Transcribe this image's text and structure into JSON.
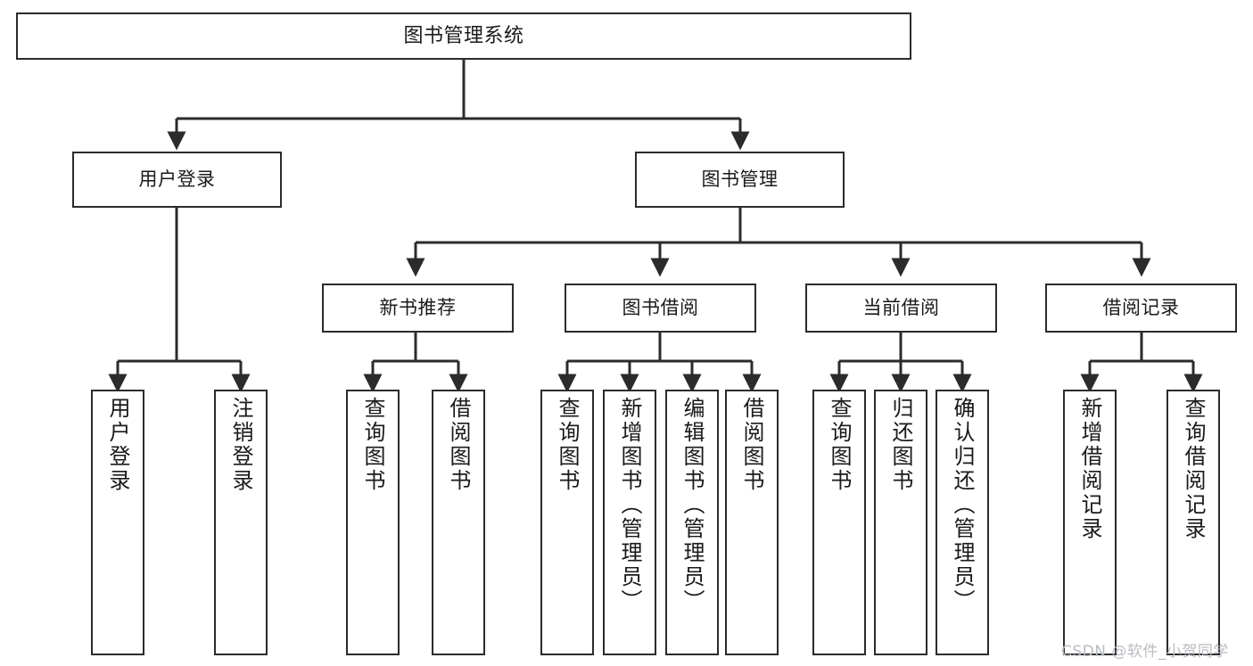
{
  "diagram": {
    "title": "图书管理系统",
    "watermark": "CSDN @软件_小贺同学",
    "colors": {
      "background": "#ffffff",
      "box_border": "#2b2b2b",
      "edge": "#2b2b2b",
      "text": "#1a1a1a",
      "watermark": "#b9bcc1"
    },
    "nodes": {
      "root": {
        "label": "图书管理系统"
      },
      "level2": [
        {
          "label": "用户登录"
        },
        {
          "label": "图书管理"
        }
      ],
      "level3": [
        {
          "label": "新书推荐"
        },
        {
          "label": "图书借阅"
        },
        {
          "label": "当前借阅"
        },
        {
          "label": "借阅记录"
        }
      ],
      "leaves_user_login": [
        {
          "label": "用户登录"
        },
        {
          "label": "注销登录"
        }
      ],
      "leaves_new_book": [
        {
          "label": "查询图书"
        },
        {
          "label": "借阅图书"
        }
      ],
      "leaves_borrow": [
        {
          "label": "查询图书"
        },
        {
          "label": "新增图书（管理员）"
        },
        {
          "label": "编辑图书（管理员）"
        },
        {
          "label": "借阅图书"
        }
      ],
      "leaves_current": [
        {
          "label": "查询图书"
        },
        {
          "label": "归还图书"
        },
        {
          "label": "确认归还（管理员）"
        }
      ],
      "leaves_records": [
        {
          "label": "新增借阅记录"
        },
        {
          "label": "查询借阅记录"
        }
      ]
    }
  }
}
